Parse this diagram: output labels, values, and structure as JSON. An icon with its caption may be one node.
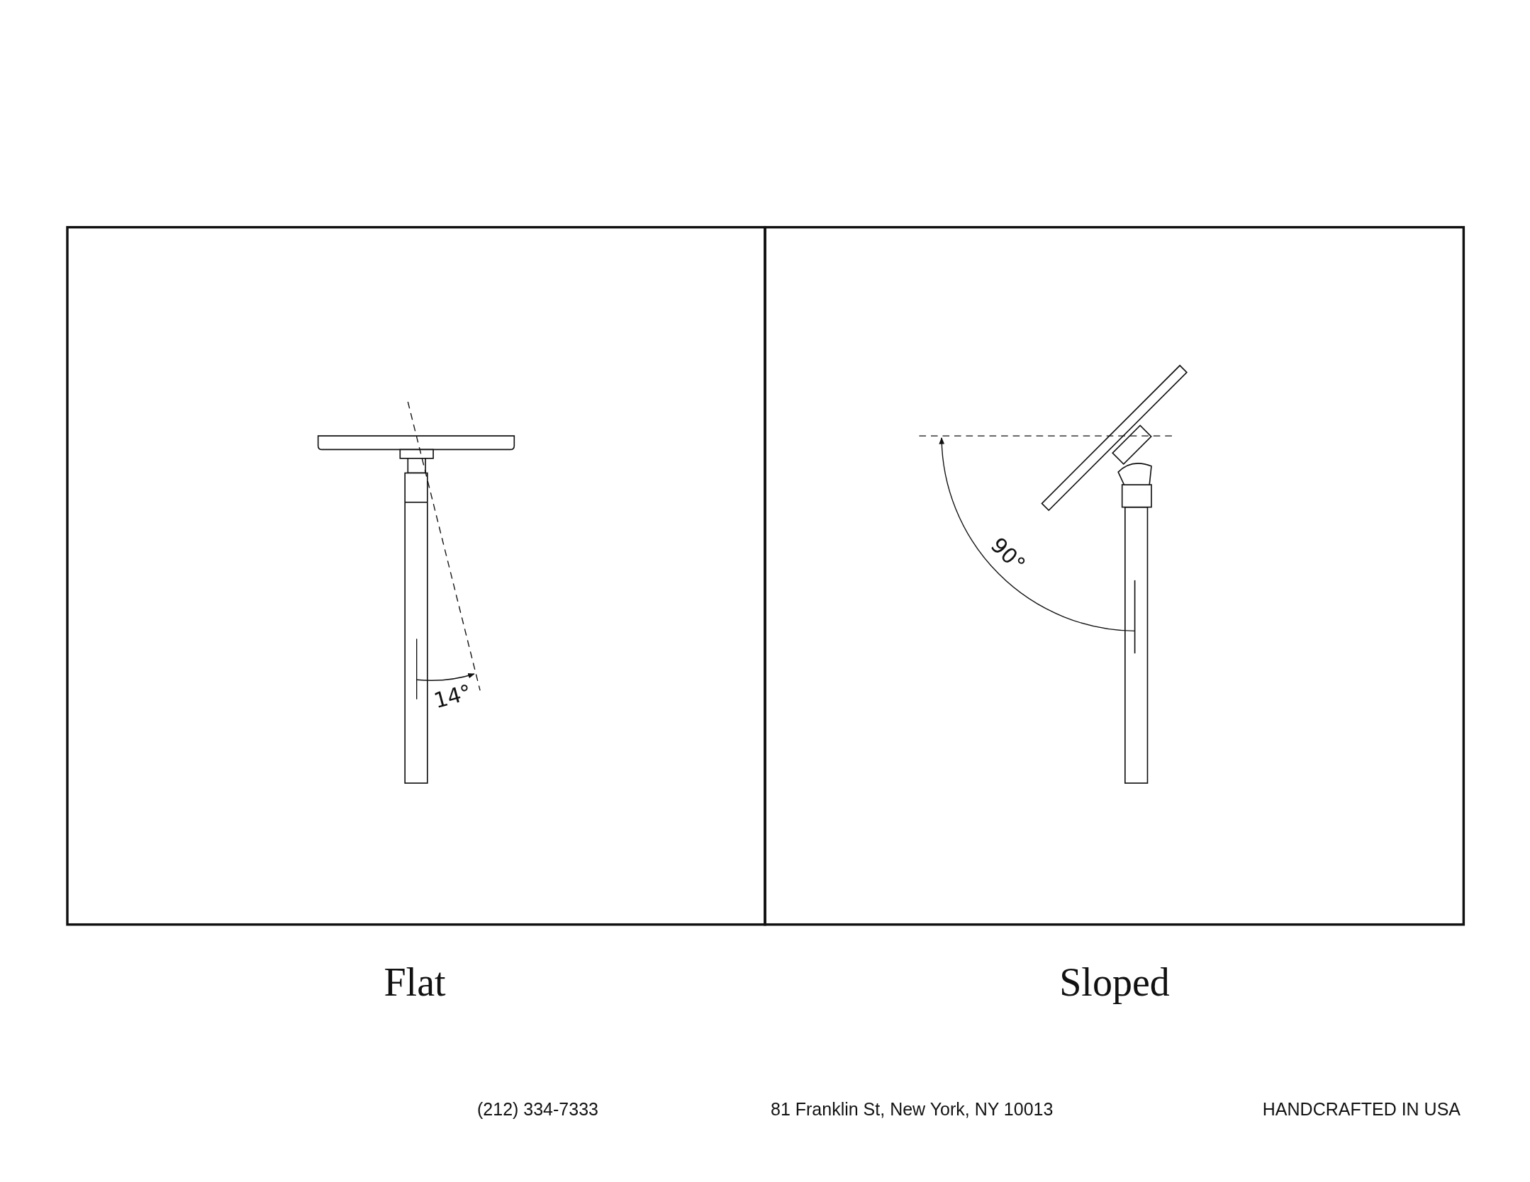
{
  "diagram": {
    "labels": [
      "14°",
      "90°",
      "Flat",
      "Sloped",
      "(212) 334-7333",
      "81 Franklin St, New York, NY 10013",
      "HANDCRAFTED IN USA"
    ]
  }
}
